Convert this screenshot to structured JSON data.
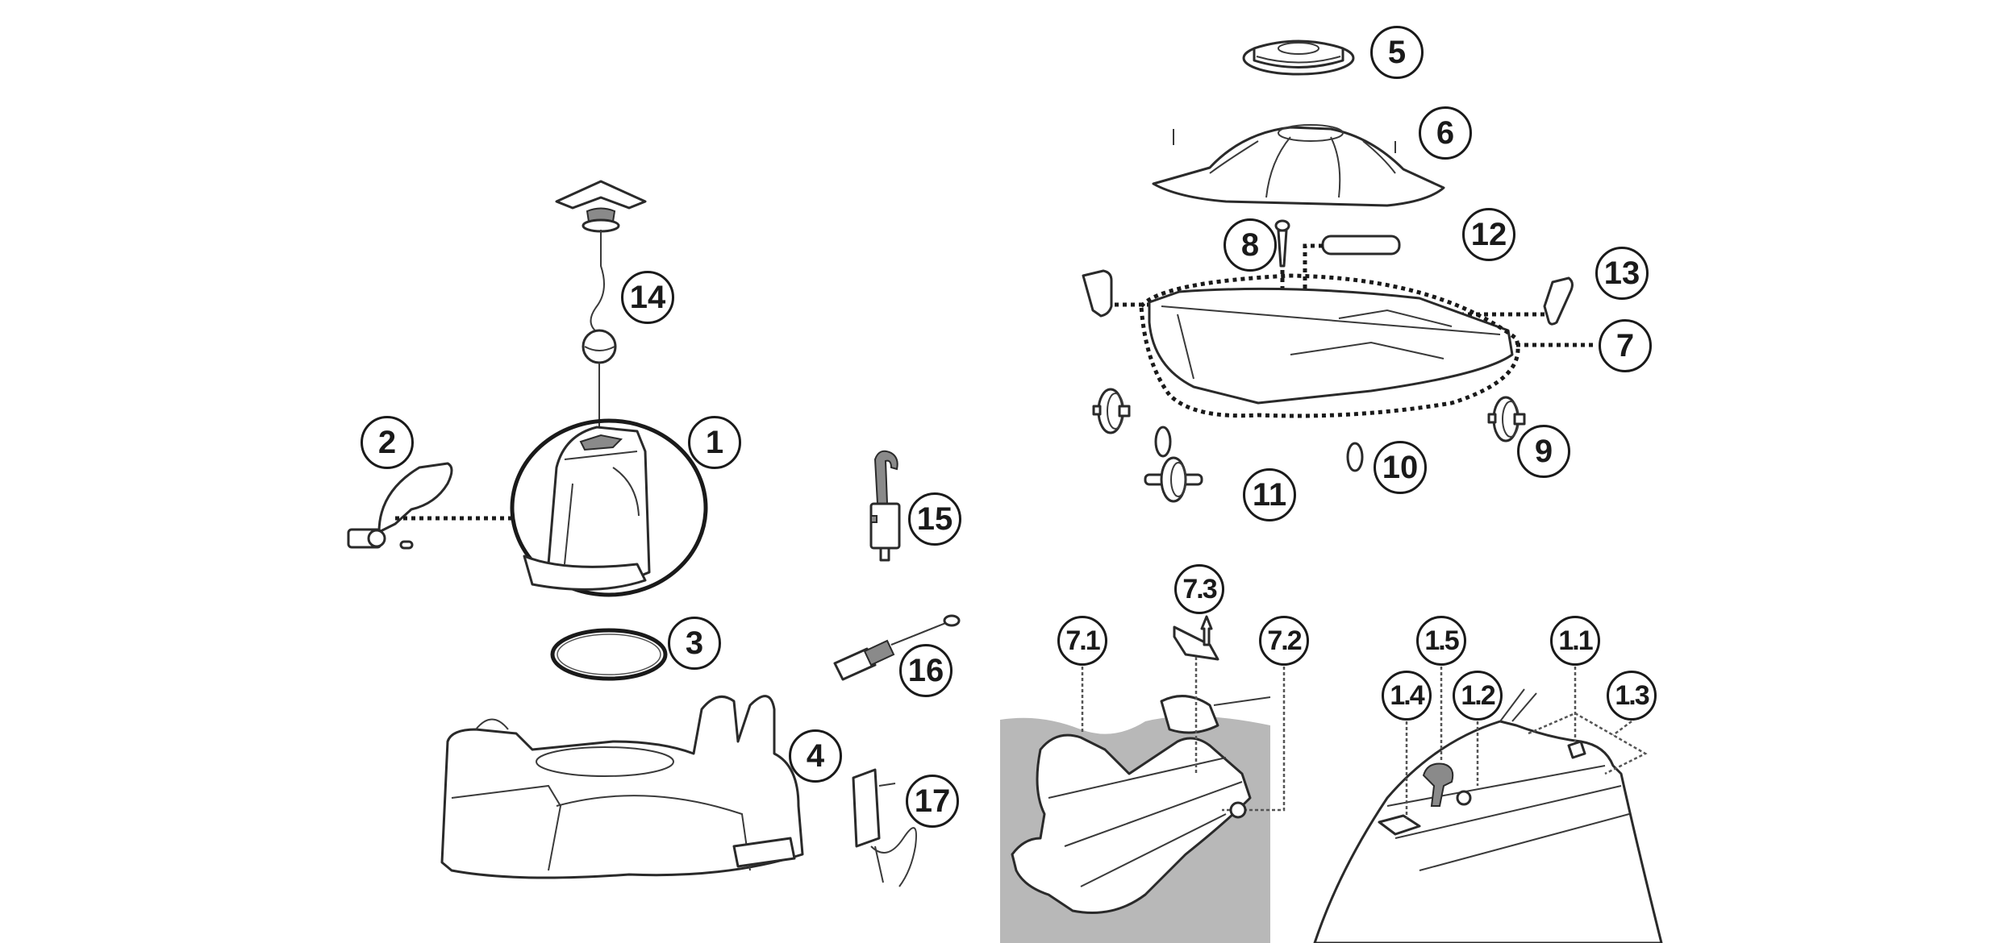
{
  "diagram": {
    "type": "exploded-parts-view",
    "callouts": {
      "c1": "1",
      "c2": "2",
      "c3": "3",
      "c4": "4",
      "c5": "5",
      "c6": "6",
      "c7": "7",
      "c8": "8",
      "c9": "9",
      "c10": "10",
      "c11": "11",
      "c12": "12",
      "c13": "13",
      "c14": "14",
      "c15": "15",
      "c16": "16",
      "c17": "17",
      "c7_1": "7.1",
      "c7_2": "7.2",
      "c7_3": "7.3",
      "c1_1": "1.1",
      "c1_2": "1.2",
      "c1_3": "1.3",
      "c1_4": "1.4",
      "c1_5": "1.5"
    },
    "colors": {
      "line": "#2a2a2a",
      "detail_background": "#b8b8b8",
      "highlight_part": "#8a8a8a"
    }
  }
}
